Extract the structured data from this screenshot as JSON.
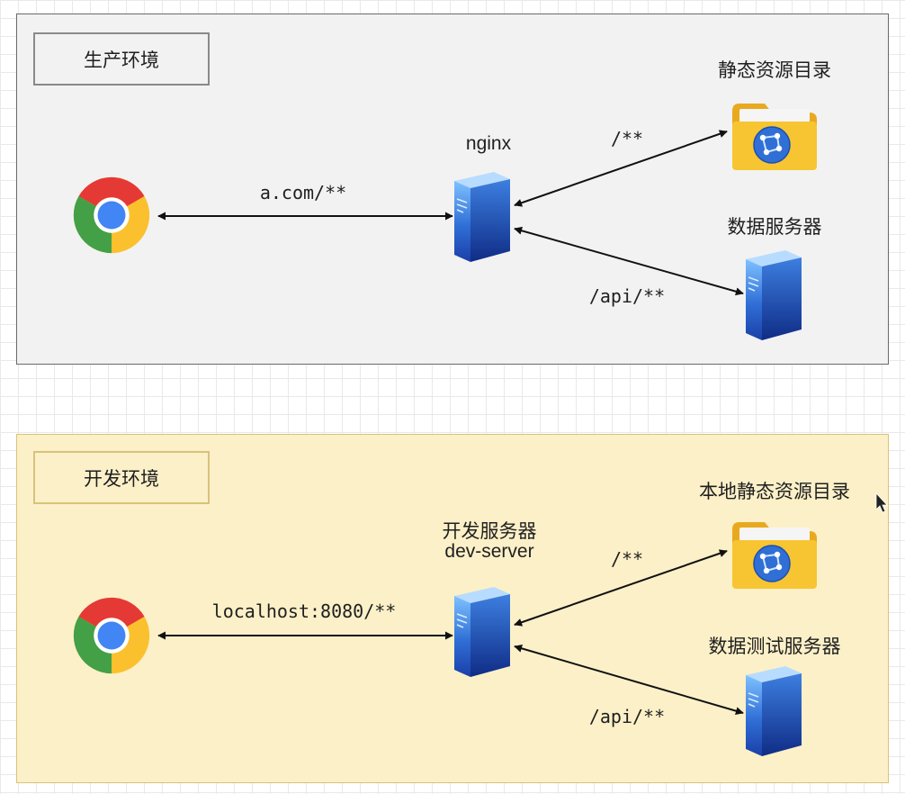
{
  "production": {
    "label": "生产环境",
    "browser_route": "a.com/**",
    "proxy_name": "nginx",
    "static_route": "/**",
    "static_target": "静态资源目录",
    "api_route": "/api/**",
    "api_target": "数据服务器"
  },
  "development": {
    "label": "开发环境",
    "browser_route": "localhost:8080/**",
    "proxy_name_line1": "开发服务器",
    "proxy_name_line2": "dev-server",
    "static_route": "/**",
    "static_target": "本地静态资源目录",
    "api_route": "/api/**",
    "api_target": "数据测试服务器"
  },
  "icons": {
    "browser": "chrome-browser-icon",
    "proxy": "server-icon",
    "static": "web-folder-icon",
    "data": "server-icon"
  },
  "colors": {
    "prod_bg": "#f2f2f2",
    "dev_bg": "#fcf0c8",
    "server_blue": "#2f6fd6",
    "folder_yellow": "#f7c531"
  }
}
